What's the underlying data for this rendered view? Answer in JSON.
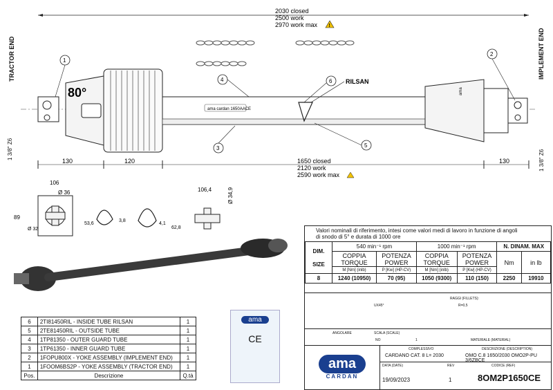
{
  "drawing": {
    "ends": {
      "tractor": "TRACTOR END",
      "implement": "IMPLEMENT END"
    },
    "top_dims": {
      "closed": "2030  closed",
      "work": "2500   work",
      "work_max": "2970 work max"
    },
    "bottom_dims": {
      "closed": "1650  closed",
      "work": "2120   work",
      "work_max": "2590 work max"
    },
    "angle": "80°",
    "rilsan": "RILSAN",
    "callouts": [
      "1",
      "2",
      "3",
      "4",
      "5",
      "6"
    ],
    "segments": [
      "130",
      "120",
      "130"
    ],
    "spline_left": "1 3/8\" Z6",
    "spline_right": "1 3/8\" Z6",
    "section_dims": {
      "w106": "106",
      "d36": "Ø 36",
      "h89": "89",
      "d32": "Ø 32",
      "p536": "53,6",
      "p38": "3,8",
      "p41": "4,1",
      "p628": "62,8",
      "w1064": "106,4",
      "d349": "Ø 34,9"
    },
    "tube_label": "ama  cardan  1650AACE",
    "logo_small": "ama"
  },
  "spec": {
    "intro_line1": "Valori nominali di riferimento, intesi come valori medi di lavoro in funzione di angoli",
    "intro_line2": "di snodo di 5° e durata  di 1000 ore",
    "rpm540": "540 min⁻¹  rpm",
    "rpm1000": "1000 min⁻¹  rpm",
    "ndinam": "N. DINAM. MAX",
    "dim": "DIM.",
    "size": "SIZE",
    "coppia": "COPPIA",
    "torque": "TORQUE",
    "torque_unit": "M [Nm] (inlb)",
    "potenza": "POTENZA",
    "power": "POWER",
    "power_unit": "P [Kw] (HP-CV)",
    "nm": "Nm",
    "inlb": "in lb",
    "row": {
      "size": "8",
      "t540": "1240 (10950)",
      "p540": "70  (95)",
      "t1000": "1050 (9300)",
      "p1000": "110  (150)",
      "nm": "2250",
      "inlb": "19910"
    },
    "raggi": "RAGGI (FILLETS):",
    "r": "R=0,5",
    "tol": "UX45°",
    "complessivo": "COMPLESSIVO",
    "desc_header": "DESCRIZIONE (DESCRIPTION)",
    "desc": "CARDANO CAT. 8 L= 2030",
    "omo": "OMO C.8 1650/2030 OMO2P-PU 3/6ZBCE",
    "codice_label": "CODICE (REF)",
    "codice": "8OM2P1650CE",
    "data_label": "DATA (DATE)",
    "date": "19/09/2023",
    "rev_label": "REV",
    "rev": "1",
    "scala_label": "SCALA (SCALE)",
    "scala_no": "NO",
    "scala_val": "1",
    "angolare": "ANGOLARE",
    "materiale": "MATERIALE (MATERIAL)"
  },
  "brand": {
    "name": "ama",
    "sub": "CARDAN"
  },
  "parts": {
    "rows": [
      {
        "pos": "6",
        "desc": "2TI81450RIL  -  INSIDE TUBE     RILSAN",
        "qty": "1"
      },
      {
        "pos": "5",
        "desc": "2TE81450RIL  -  OUTSIDE TUBE",
        "qty": "1"
      },
      {
        "pos": "4",
        "desc": "1TP81350  -  OUTER GUARD TUBE",
        "qty": "1"
      },
      {
        "pos": "3",
        "desc": "1TP61350  -  INNER GUARD TUBE",
        "qty": "1"
      },
      {
        "pos": "2",
        "desc": "1FOPU800X  -  YOKE ASSEMBLY (IMPLEMENT END)",
        "qty": "1"
      },
      {
        "pos": "1",
        "desc": "1FOOM6BS2P  -  YOKE ASSEMBLY (TRACTOR END)",
        "qty": "1"
      }
    ],
    "header": {
      "pos": "Pos.",
      "desc": "Descrizione",
      "qty": "Q.tà"
    }
  },
  "colors": {
    "line": "#222222",
    "brand_blue": "#1a3f8f",
    "warning": "#f2c200",
    "shaft": "#3a3a3a"
  }
}
